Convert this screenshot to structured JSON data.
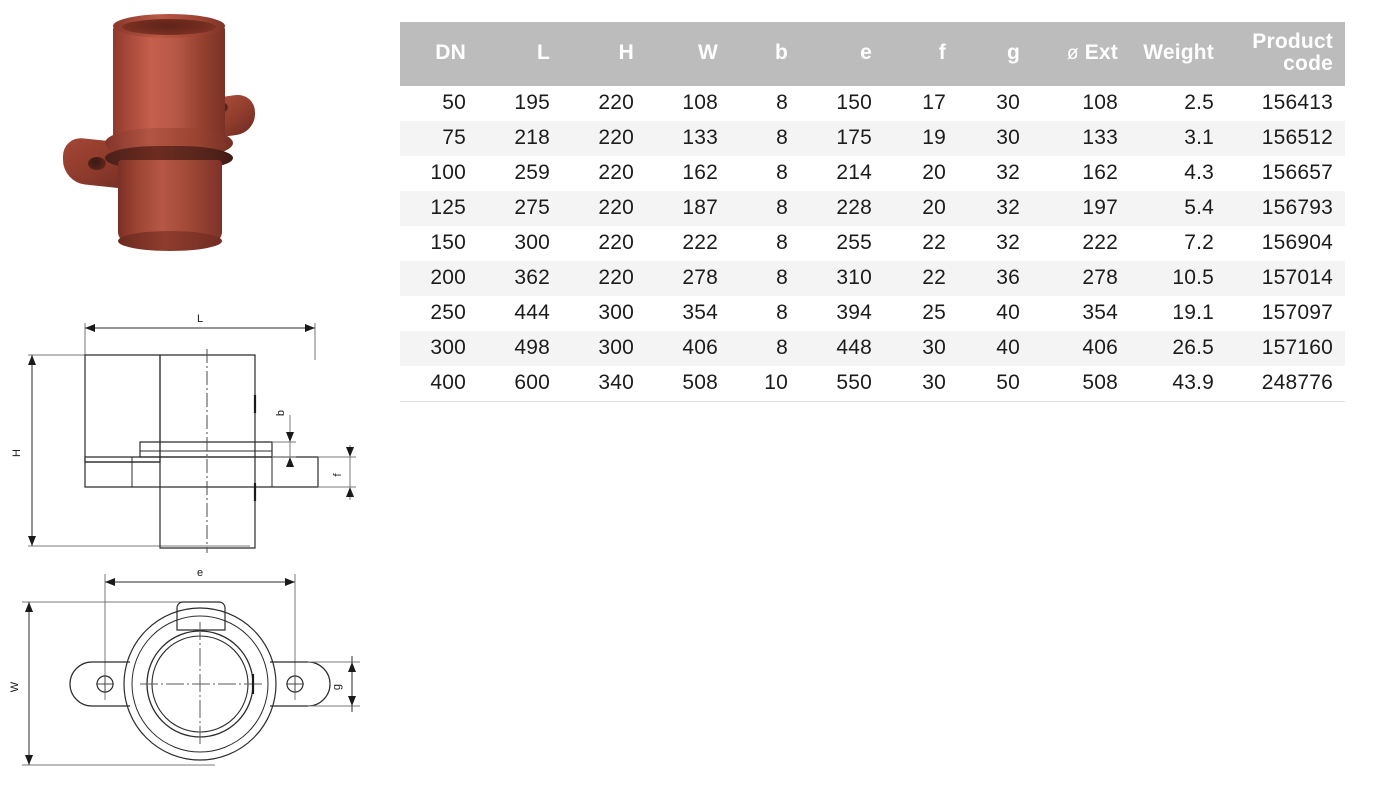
{
  "product_photo": {
    "alt": "cast iron flanged socket fitting",
    "body_color": "#a9493a",
    "shadow_color": "#4a2019"
  },
  "drawings": {
    "side_view": {
      "name": "side elevation",
      "labels": {
        "length": "L",
        "height": "H",
        "flange_thickness": "b",
        "foot_thickness": "f"
      }
    },
    "plan_view": {
      "name": "plan view",
      "labels": {
        "across_bolts": "e",
        "width": "W",
        "ear_width": "g"
      }
    }
  },
  "table": {
    "name": "dimensions and product codes",
    "header_bg": "#bcbcbc",
    "header_text_color": "#ffffff",
    "stripe_color": "#f4f4f4",
    "columns": [
      {
        "key": "dn",
        "label": "DN"
      },
      {
        "key": "l",
        "label": "L"
      },
      {
        "key": "h",
        "label": "H"
      },
      {
        "key": "w",
        "label": "W"
      },
      {
        "key": "b",
        "label": "b"
      },
      {
        "key": "e",
        "label": "e"
      },
      {
        "key": "f",
        "label": "f"
      },
      {
        "key": "g",
        "label": "g"
      },
      {
        "key": "ext",
        "label": "Ext",
        "symbol": "ø"
      },
      {
        "key": "wt",
        "label": "Weight"
      },
      {
        "key": "code",
        "label_line1": "Product",
        "label_line2": "code"
      }
    ],
    "rows": [
      {
        "dn": "50",
        "l": "195",
        "h": "220",
        "w": "108",
        "b": "8",
        "e": "150",
        "f": "17",
        "g": "30",
        "ext": "108",
        "wt": "2.5",
        "code": "156413"
      },
      {
        "dn": "75",
        "l": "218",
        "h": "220",
        "w": "133",
        "b": "8",
        "e": "175",
        "f": "19",
        "g": "30",
        "ext": "133",
        "wt": "3.1",
        "code": "156512"
      },
      {
        "dn": "100",
        "l": "259",
        "h": "220",
        "w": "162",
        "b": "8",
        "e": "214",
        "f": "20",
        "g": "32",
        "ext": "162",
        "wt": "4.3",
        "code": "156657"
      },
      {
        "dn": "125",
        "l": "275",
        "h": "220",
        "w": "187",
        "b": "8",
        "e": "228",
        "f": "20",
        "g": "32",
        "ext": "197",
        "wt": "5.4",
        "code": "156793"
      },
      {
        "dn": "150",
        "l": "300",
        "h": "220",
        "w": "222",
        "b": "8",
        "e": "255",
        "f": "22",
        "g": "32",
        "ext": "222",
        "wt": "7.2",
        "code": "156904"
      },
      {
        "dn": "200",
        "l": "362",
        "h": "220",
        "w": "278",
        "b": "8",
        "e": "310",
        "f": "22",
        "g": "36",
        "ext": "278",
        "wt": "10.5",
        "code": "157014"
      },
      {
        "dn": "250",
        "l": "444",
        "h": "300",
        "w": "354",
        "b": "8",
        "e": "394",
        "f": "25",
        "g": "40",
        "ext": "354",
        "wt": "19.1",
        "code": "157097"
      },
      {
        "dn": "300",
        "l": "498",
        "h": "300",
        "w": "406",
        "b": "8",
        "e": "448",
        "f": "30",
        "g": "40",
        "ext": "406",
        "wt": "26.5",
        "code": "157160"
      },
      {
        "dn": "400",
        "l": "600",
        "h": "340",
        "w": "508",
        "b": "10",
        "e": "550",
        "f": "30",
        "g": "50",
        "ext": "508",
        "wt": "43.9",
        "code": "248776"
      }
    ]
  }
}
